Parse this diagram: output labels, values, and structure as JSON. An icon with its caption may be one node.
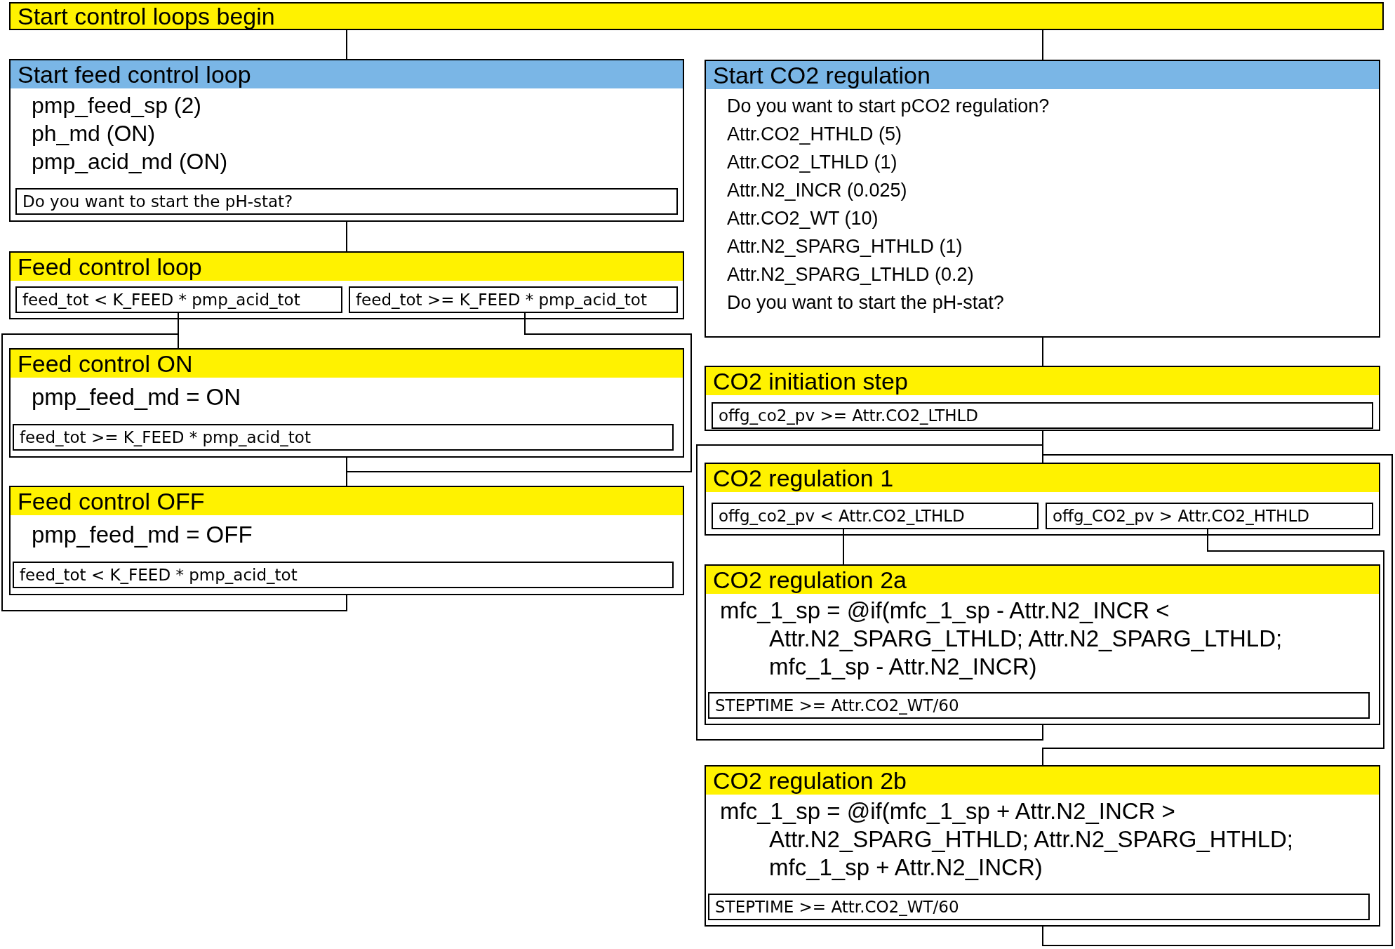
{
  "diagram": {
    "nodes": [
      {
        "text": [
          "Start control loops begin"
        ]
      },
      {
        "text": [
          "Start feed control loop",
          "pmp_feed_sp (2)",
          "ph_md (ON)",
          "pmp_acid_md (ON)"
        ]
      },
      {
        "text": [
          "Do you want to start the pH-stat?"
        ],
        "in": 1
      },
      {
        "text": [
          "Feed control loop"
        ]
      },
      {
        "text": [
          "feed_tot < K_FEED * pmp_acid_tot"
        ],
        "in": 3
      },
      {
        "text": [
          "feed_tot >= K_FEED * pmp_acid_tot"
        ],
        "in": 3
      },
      {
        "text": [
          "Feed control ON",
          "pmp_feed_md = ON"
        ]
      },
      {
        "text": [
          "feed_tot >= K_FEED * pmp_acid_tot"
        ],
        "in": 6
      },
      {
        "text": [
          "Feed control OFF",
          "pmp_feed_md = OFF"
        ]
      },
      {
        "text": [
          "feed_tot < K_FEED * pmp_acid_tot"
        ],
        "in": 8
      },
      {
        "text": [
          "Start CO2 regulation",
          "Do you want to start pCO2 regulation?",
          "Attr.CO2_HTHLD (5)",
          "Attr.CO2_LTHLD (1)",
          "Attr.N2_INCR (0.025)",
          "Attr.CO2_WT (10)",
          "Attr.N2_SPARG_HTHLD (1)",
          "Attr.N2_SPARG_LTHLD (0.2)",
          "Do you want to start the pH-stat?"
        ]
      },
      {
        "text": [
          "CO2 initiation step"
        ]
      },
      {
        "text": [
          "offg_co2_pv >= Attr.CO2_LTHLD"
        ],
        "in": 11
      },
      {
        "text": [
          "CO2 regulation 1"
        ]
      },
      {
        "text": [
          "offg_co2_pv < Attr.CO2_LTHLD"
        ],
        "in": 13
      },
      {
        "text": [
          "offg_CO2_pv > Attr.CO2_HTHLD"
        ],
        "in": 13
      },
      {
        "text": [
          "CO2 regulation 2a",
          "mfc_1_sp = @if(mfc_1_sp - Attr.N2_INCR < Attr.N2_SPARG_LTHLD; Attr.N2_SPARG_LTHLD; mfc_1_sp - Attr.N2_INCR)"
        ]
      },
      {
        "text": [
          "STEPTIME >= Attr.CO2_WT/60"
        ],
        "in": 16
      },
      {
        "text": [
          "CO2 regulation 2b",
          "mfc_1_sp = @if(mfc_1_sp + Attr.N2_INCR > Attr.N2_SPARG_HTHLD; Attr.N2_SPARG_HTHLD; mfc_1_sp + Attr.N2_INCR)"
        ]
      },
      {
        "text": [
          "STEPTIME >= Attr.CO2_WT/60"
        ],
        "in": 18
      }
    ],
    "edges": [
      {
        "from": 0,
        "to": 1,
        "arrow": "none"
      },
      {
        "from": 0,
        "to": 10,
        "arrow": "none"
      },
      {
        "from": 1,
        "to": 3,
        "arrow": "none"
      },
      {
        "from": 4,
        "to": 6,
        "arrow": "none"
      },
      {
        "from": 5,
        "to": 8,
        "arrow": "none"
      },
      {
        "from": 6,
        "to": 8,
        "arrow": "none"
      },
      {
        "from": 8,
        "to": 6,
        "arrow": "none"
      },
      {
        "from": 10,
        "to": 11,
        "arrow": "none"
      },
      {
        "from": 11,
        "to": 13,
        "arrow": "none"
      },
      {
        "from": 14,
        "to": 16,
        "arrow": "none"
      },
      {
        "from": 15,
        "to": 18,
        "arrow": "none"
      },
      {
        "from": 16,
        "to": 13,
        "arrow": "none"
      },
      {
        "from": 18,
        "to": 13,
        "arrow": "none"
      }
    ]
  }
}
